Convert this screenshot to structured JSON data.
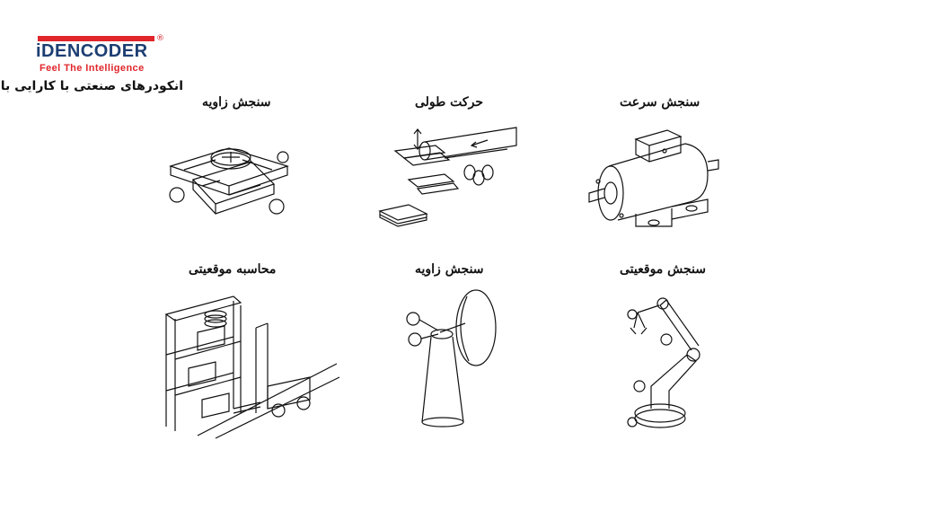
{
  "brand": {
    "name": "iDENCODER",
    "registered_mark": "®",
    "tagline": "Feel The Intelligence",
    "persian_slogan": "انکودرهای صنعتی با کارایی بالا",
    "colors": {
      "primary": "#1c3e72",
      "accent": "#e0252b"
    }
  },
  "applications": [
    {
      "caption": "سنجش زاویه",
      "icon": "xy-cross-slide-table-icon"
    },
    {
      "caption": "حرکت طولی",
      "icon": "roller-conveyor-icon"
    },
    {
      "caption": "سنجش سرعت",
      "icon": "electric-motor-icon"
    },
    {
      "caption": "محاسبه موقعیتی",
      "icon": "warehouse-forklift-icon"
    },
    {
      "caption": "سنجش زاویه",
      "icon": "antenna-dish-icon"
    },
    {
      "caption": "سنجش موقعیتی",
      "icon": "robot-arm-icon"
    }
  ]
}
